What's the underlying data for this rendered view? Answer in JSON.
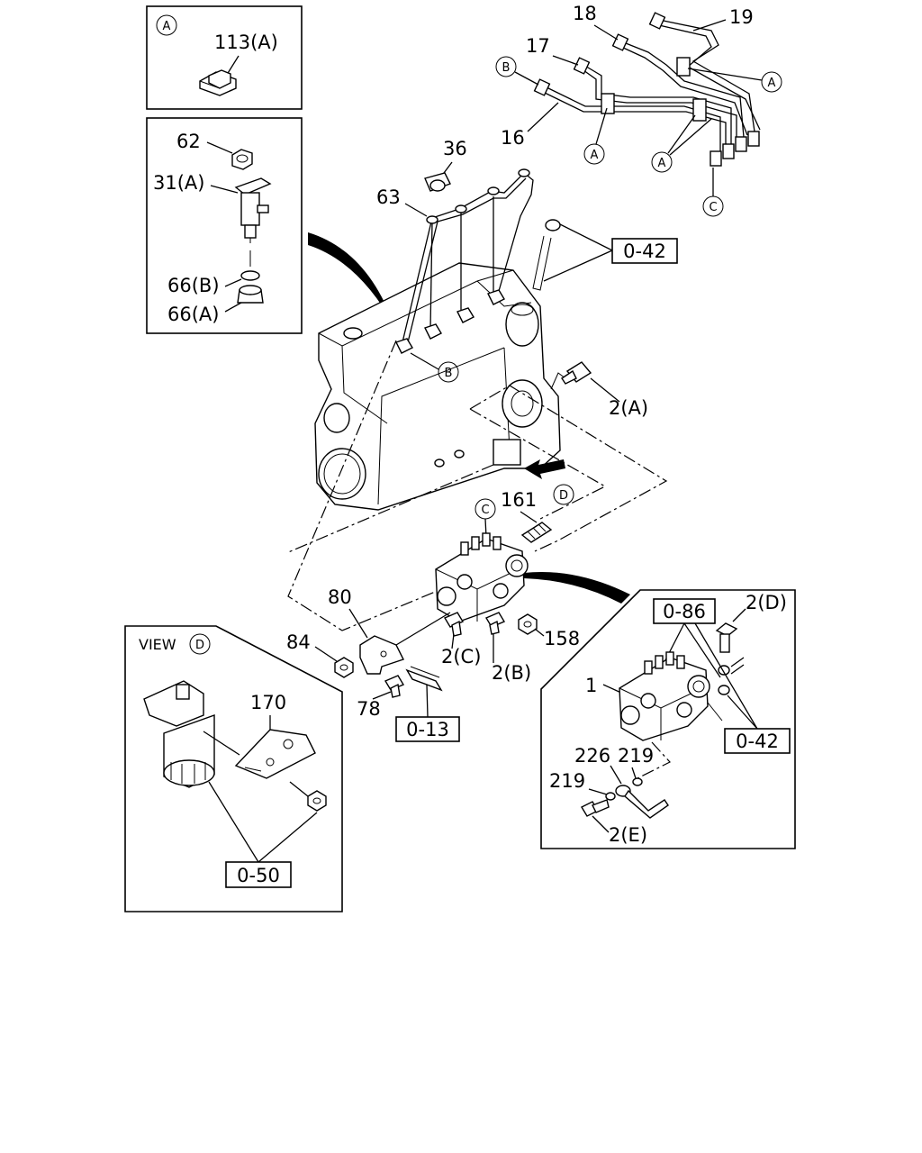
{
  "insets": {
    "a": {
      "letter": "A",
      "part": "113(A)"
    },
    "injector": {
      "labels": [
        "62",
        "31(A)",
        "66(B)",
        "66(A)"
      ]
    },
    "view_d": {
      "prefix": "VIEW",
      "letter": "D",
      "part": "170",
      "ref": "0-50"
    },
    "pump_detail": {
      "parts": [
        "2(D)",
        "1",
        "226",
        "219",
        "219",
        "2(E)"
      ],
      "refs": [
        "0-86",
        "0-42"
      ]
    }
  },
  "lines": {
    "parts": [
      "18",
      "19",
      "17",
      "16"
    ],
    "letters": [
      "B",
      "A",
      "A",
      "A",
      "C"
    ]
  },
  "main": {
    "parts": [
      "36",
      "63",
      "2(A)",
      "161",
      "80",
      "84",
      "2(C)",
      "2(B)",
      "158",
      "78"
    ],
    "refs": [
      "0-42",
      "0-13"
    ],
    "letters": [
      "B",
      "C",
      "D"
    ]
  }
}
